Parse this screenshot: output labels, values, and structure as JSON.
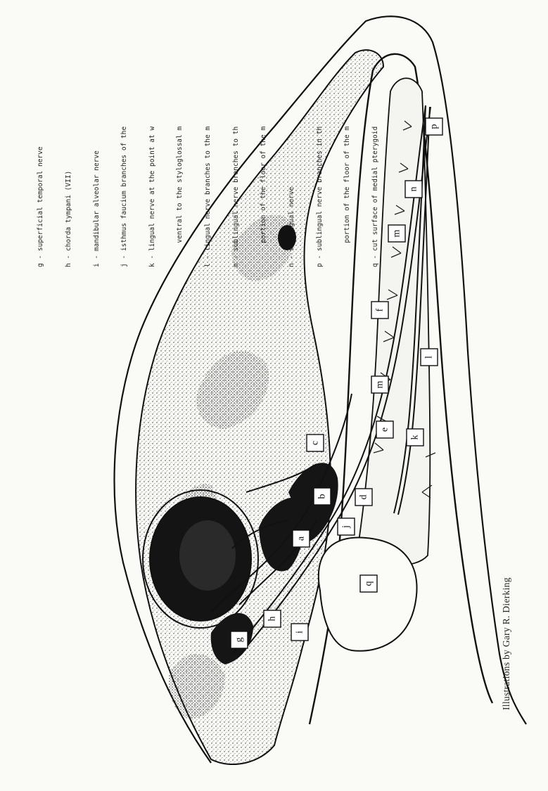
{
  "legend": [
    {
      "key": "g",
      "text": "g - superficial temporal nerve"
    },
    {
      "key": "h",
      "text": "h - chorda tympani (VII)"
    },
    {
      "key": "i",
      "text": "i - mandibular alveolar nerve"
    },
    {
      "key": "j",
      "text": "j - isthmus faucium branches of the"
    },
    {
      "key": "k",
      "text": "k - lingual nerve at the point at w"
    },
    {
      "key": "k2",
      "text": "      ventral to the styloglossal m"
    },
    {
      "key": "l",
      "text": "l - lingual nerve branches to the m"
    },
    {
      "key": "m",
      "text": "m - sublingual nerve branches to th"
    },
    {
      "key": "m2",
      "text": "      portion of the floor of the m"
    },
    {
      "key": "n",
      "text": "n - sublingual nerve"
    },
    {
      "key": "p",
      "text": "p - sublingual nerve branches in th"
    },
    {
      "key": "p2",
      "text": "      portion of the floor of the m"
    },
    {
      "key": "q",
      "text": "q - cut surface of medial pterygoid"
    }
  ],
  "labels": {
    "a": "a",
    "b": "b",
    "c": "c",
    "d": "d",
    "e": "e",
    "f": "f",
    "g": "g",
    "h": "h",
    "i": "i",
    "j": "j",
    "k": "k",
    "l": "l",
    "m1": "m",
    "m2": "m",
    "n": "n",
    "p": "p",
    "q": "q"
  },
  "credit": "Illustrations by Gary R. Dierking"
}
